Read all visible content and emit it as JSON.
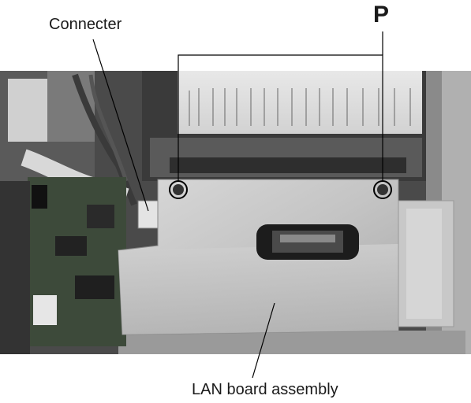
{
  "labels": {
    "connecter": "Connecter",
    "screw_marker": "P",
    "lan_board": "LAN board assembly"
  },
  "colors": {
    "background": "#ffffff",
    "callout_line": "#000000",
    "photo_dark": "#2a2a2a",
    "photo_metal": "#bdbdbd",
    "pcb_green": "#3d4a3a"
  }
}
